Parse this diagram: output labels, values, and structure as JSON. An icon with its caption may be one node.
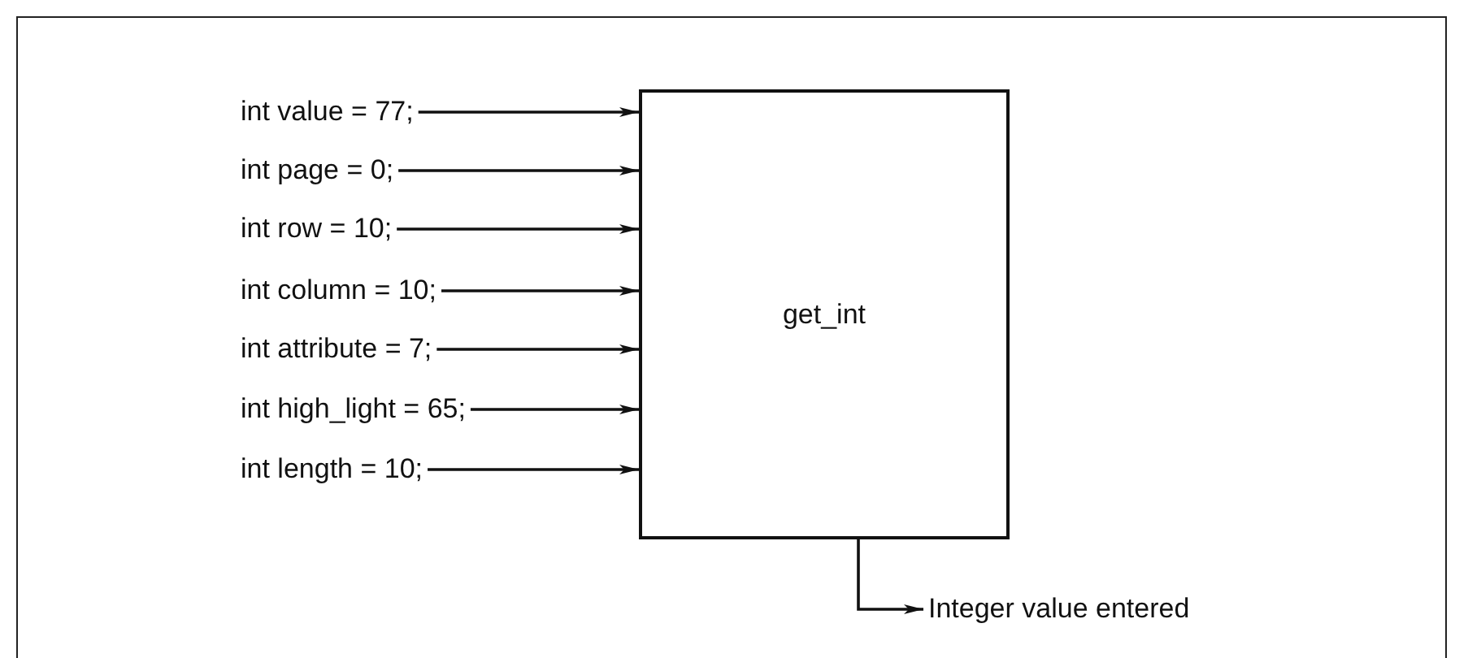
{
  "diagram": {
    "nodes": [
      {
        "text": [
          "int value = 77;"
        ]
      },
      {
        "text": [
          "int page = 0;"
        ]
      },
      {
        "text": [
          "int row = 10;"
        ]
      },
      {
        "text": [
          "int column = 10;"
        ]
      },
      {
        "text": [
          "int attribute = 7;"
        ]
      },
      {
        "text": [
          "int high_light = 65;"
        ]
      },
      {
        "text": [
          "int length = 10;"
        ]
      },
      {
        "text": [
          "get_int"
        ]
      },
      {
        "text": [
          "Integer value entered"
        ]
      }
    ],
    "edges": [
      {
        "from": 0,
        "to": 7,
        "arrow": "to"
      },
      {
        "from": 1,
        "to": 7,
        "arrow": "to"
      },
      {
        "from": 2,
        "to": 7,
        "arrow": "to"
      },
      {
        "from": 3,
        "to": 7,
        "arrow": "to"
      },
      {
        "from": 4,
        "to": 7,
        "arrow": "to"
      },
      {
        "from": 5,
        "to": 7,
        "arrow": "to"
      },
      {
        "from": 6,
        "to": 7,
        "arrow": "to"
      },
      {
        "from": 7,
        "to": 8,
        "arrow": "to"
      }
    ]
  }
}
